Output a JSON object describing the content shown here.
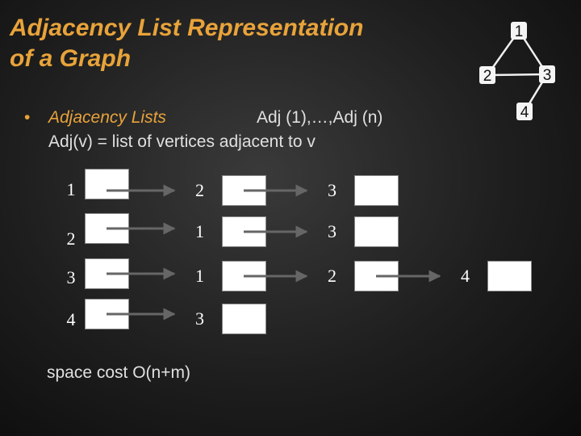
{
  "slide": {
    "title_line1": "Adjacency List Representation",
    "title_line2": "of a Graph",
    "bullet_label": "Adjacency Lists",
    "bullet_range": "Adj (1),…,Adj (n)",
    "bullet_def": "Adj(v) = list of vertices adjacent to v",
    "space_cost": "space cost  O(n+m)"
  },
  "graph": {
    "nodes": [
      "1",
      "2",
      "3",
      "4"
    ],
    "edges": [
      [
        "1",
        "2"
      ],
      [
        "1",
        "3"
      ],
      [
        "2",
        "3"
      ],
      [
        "3",
        "4"
      ]
    ]
  },
  "adjacency": [
    {
      "vertex": "1",
      "neighbors": [
        "2",
        "3"
      ]
    },
    {
      "vertex": "2",
      "neighbors": [
        "1",
        "3"
      ]
    },
    {
      "vertex": "3",
      "neighbors": [
        "1",
        "2",
        "4"
      ]
    },
    {
      "vertex": "4",
      "neighbors": [
        "3"
      ]
    }
  ],
  "colors": {
    "accent": "#e8a33a",
    "text": "#e0e0e0",
    "box": "#ffffff"
  }
}
